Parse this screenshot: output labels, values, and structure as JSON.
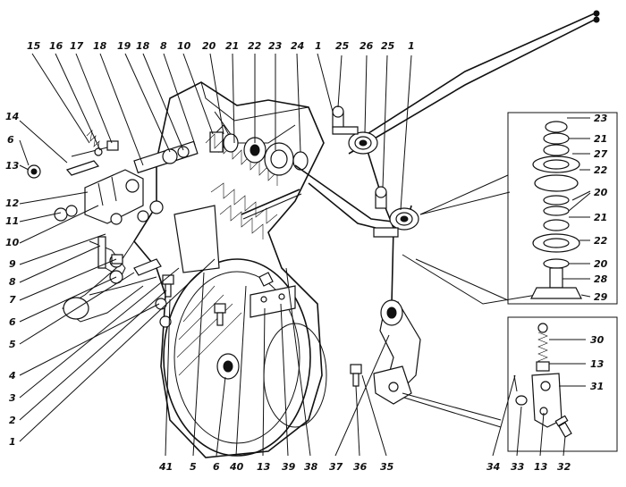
{
  "diagram": {
    "callouts_top": [
      "15",
      "16",
      "17",
      "18",
      "19",
      "18",
      "8",
      "10",
      "20",
      "21",
      "22",
      "23",
      "24",
      "1",
      "25",
      "26",
      "25",
      "1"
    ],
    "callouts_left": [
      "14",
      "6",
      "13",
      "12",
      "11",
      "10",
      "9",
      "8",
      "7",
      "6",
      "5",
      "4",
      "3",
      "2",
      "1"
    ],
    "callouts_bottom": [
      "41",
      "5",
      "6",
      "40",
      "13",
      "39",
      "38",
      "37",
      "36",
      "35",
      "34",
      "33",
      "13",
      "32"
    ],
    "callouts_right_stack": [
      "23",
      "21",
      "27",
      "22",
      "20",
      "21",
      "22",
      "20",
      "28",
      "29"
    ],
    "callouts_right_bracket": [
      "30",
      "13",
      "31"
    ]
  }
}
